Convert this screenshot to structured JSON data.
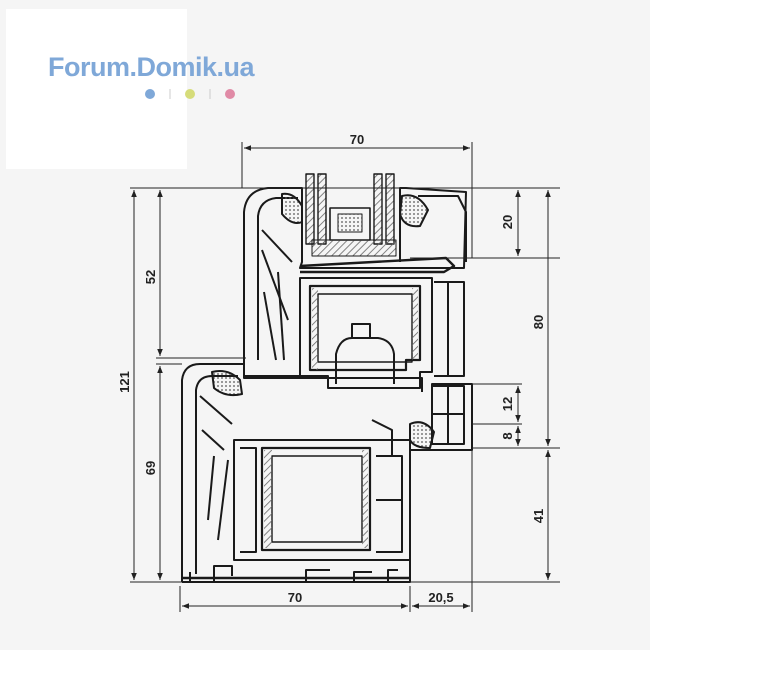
{
  "logo": {
    "text": "Forum.Domik.ua",
    "color": "#7fa8d8",
    "dot_colors": [
      "#7fa8d8",
      "#d6dc7a",
      "#e08aa6"
    ]
  },
  "dimensions": {
    "top_width": "70",
    "total_height": "121",
    "sash_height": "52",
    "frame_height": "69",
    "glass_rebate": "20",
    "sash_frame_height": "80",
    "drain_12": "12",
    "drain_8": "8",
    "frame_lower": "41",
    "bottom_width": "70",
    "overlap": "20,5"
  }
}
